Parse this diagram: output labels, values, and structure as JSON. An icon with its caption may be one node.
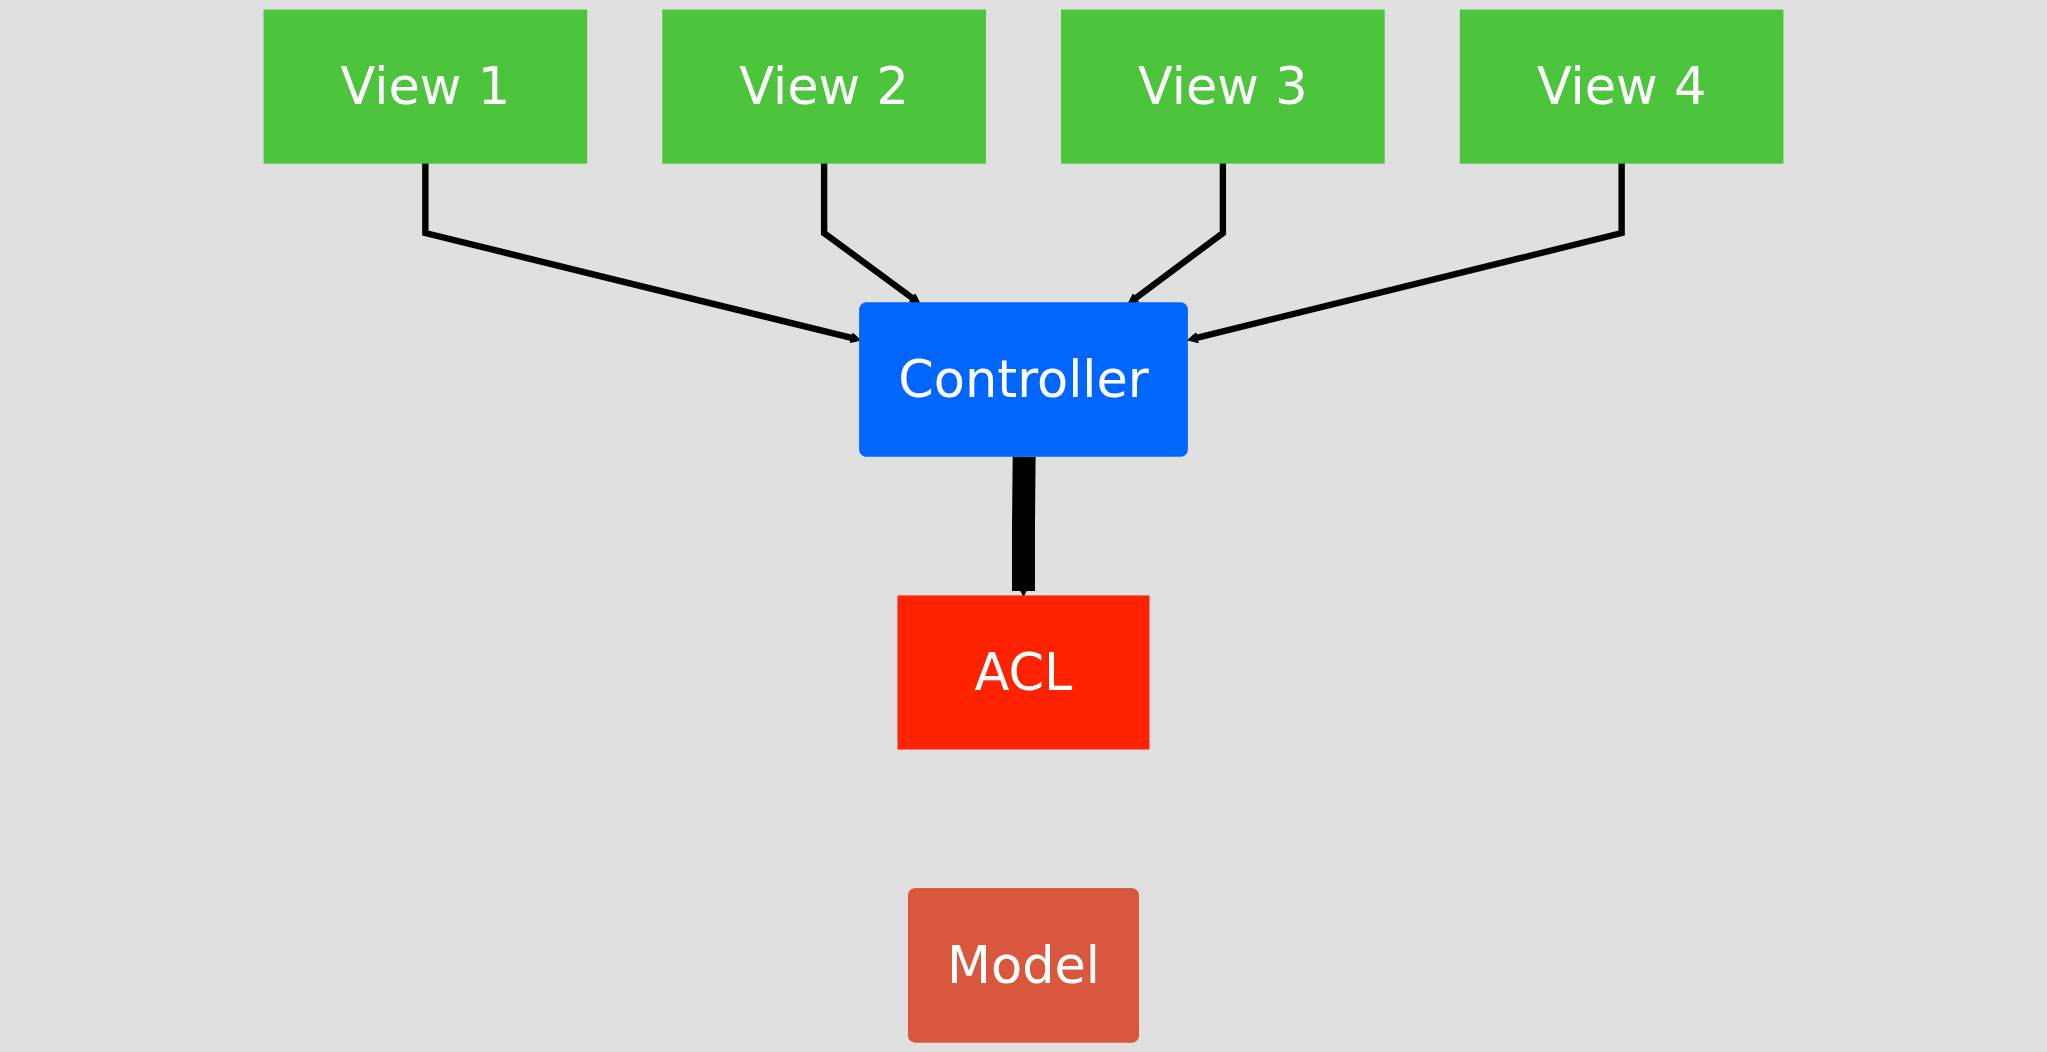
{
  "diagram": {
    "nodes": [
      {
        "text": [
          "View 1"
        ]
      },
      {
        "text": [
          "View 2"
        ]
      },
      {
        "text": [
          "View 3"
        ]
      },
      {
        "text": [
          "View 4"
        ]
      },
      {
        "text": [
          "Controller"
        ]
      },
      {
        "text": [
          "ACL"
        ]
      },
      {
        "text": [
          "Model"
        ]
      }
    ],
    "edges": [
      {
        "from": 0,
        "to": 4,
        "arrow": "to"
      },
      {
        "from": 1,
        "to": 4,
        "arrow": "to"
      },
      {
        "from": 2,
        "to": 4,
        "arrow": "to"
      },
      {
        "from": 3,
        "to": 4,
        "arrow": "to"
      },
      {
        "from": 4,
        "to": 5,
        "arrow": "to",
        "style": "thick"
      }
    ]
  }
}
